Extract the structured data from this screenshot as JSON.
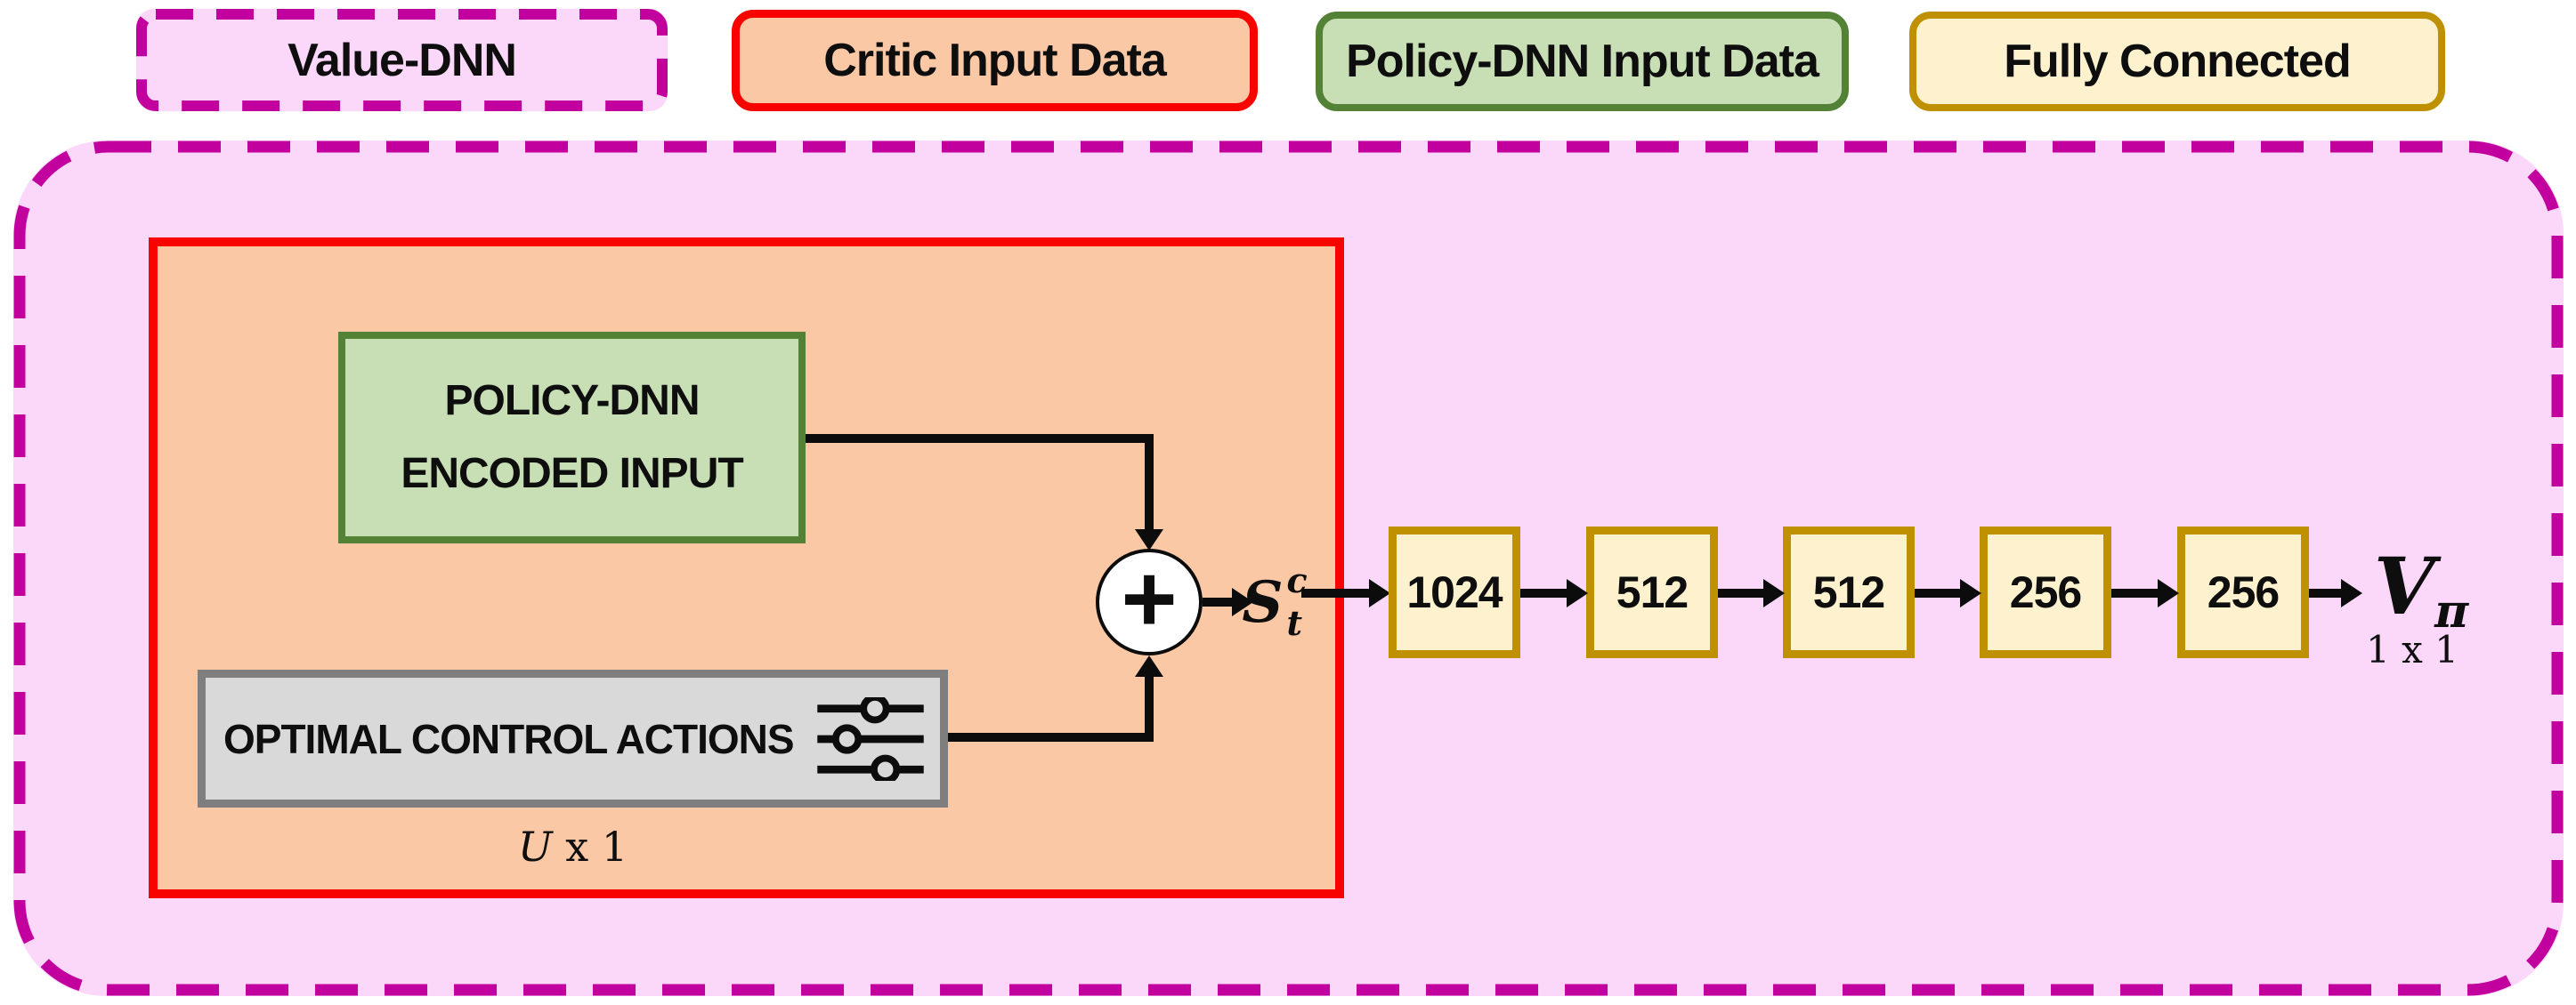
{
  "legend": {
    "items": [
      {
        "label": "Value-DNN"
      },
      {
        "label": "Critic Input Data"
      },
      {
        "label": "Policy-DNN Input Data"
      },
      {
        "label": "Fully Connected"
      }
    ]
  },
  "diagram": {
    "policy_input_box": {
      "line1": "POLICY-DNN",
      "line2": "ENCODED INPUT"
    },
    "control_actions_box": {
      "label": "OPTIMAL CONTROL ACTIONS"
    },
    "control_dim": {
      "variable": "U",
      "rest": " x 1"
    },
    "sum_symbol": "+",
    "state_label": {
      "base": "S",
      "sup": "c",
      "sub": "t"
    },
    "fc_layers": [
      {
        "units": "1024"
      },
      {
        "units": "512"
      },
      {
        "units": "512"
      },
      {
        "units": "256"
      },
      {
        "units": "256"
      }
    ],
    "output": {
      "base": "V",
      "sub": "π",
      "dim": "1 x 1"
    }
  },
  "colors": {
    "value_dnn_fill": "#fbd7fa",
    "value_dnn_border": "#c2009e",
    "critic_fill": "#fbc8a6",
    "critic_border": "#f80400",
    "policy_fill": "#c8deb5",
    "policy_border": "#538135",
    "fc_fill": "#fdf2cd",
    "fc_border": "#bf9000",
    "control_fill": "#d9d9d9",
    "control_border": "#7e7e7e",
    "connector": "#0c0c0c"
  }
}
